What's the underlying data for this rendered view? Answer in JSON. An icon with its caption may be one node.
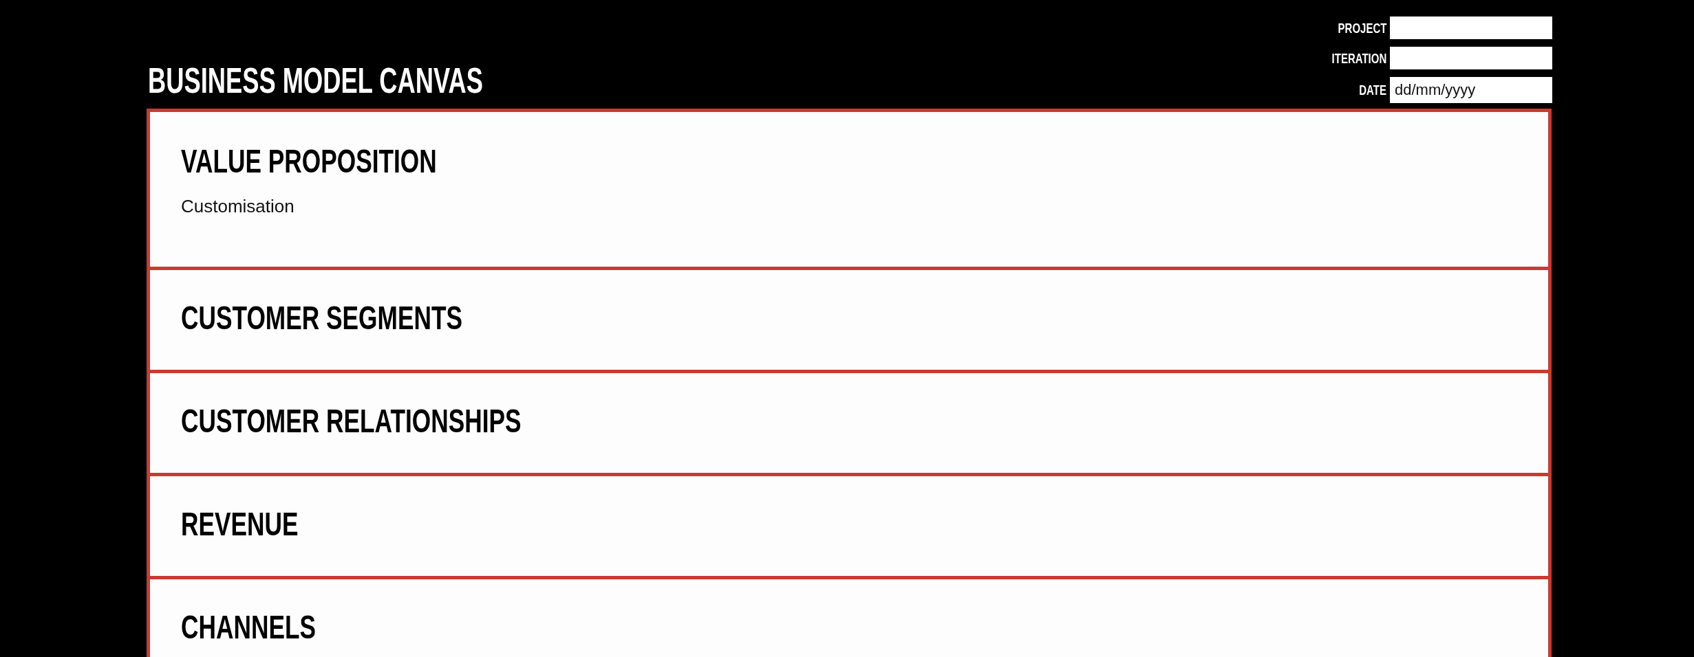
{
  "diagram": {
    "title": "BUSINESS MODEL CANVAS",
    "nodes": [
      {
        "text": [
          "VALUE PROPOSITION",
          "Customisation"
        ]
      },
      {
        "text": [
          "CUSTOMER SEGMENTS"
        ]
      },
      {
        "text": [
          "CUSTOMER RELATIONSHIPS"
        ]
      },
      {
        "text": [
          "REVENUE"
        ]
      },
      {
        "text": [
          "CHANNELS"
        ]
      }
    ],
    "edges": [],
    "labels": [
      "PROJECT",
      "ITERATION",
      "DATE",
      "dd/mm/yyyy"
    ]
  }
}
